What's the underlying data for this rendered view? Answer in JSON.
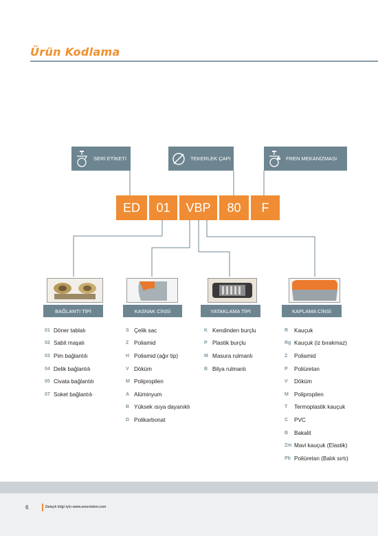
{
  "title": "Ürün Kodlama",
  "headers": [
    {
      "label": "SERİ ETİKETİ",
      "icon": "caster-wheel-icon"
    },
    {
      "label": "TEKERLEK ÇAPI",
      "icon": "diameter-icon"
    },
    {
      "label": "FREN MEKANİZMASI",
      "icon": "brake-caster-icon"
    }
  ],
  "codes": [
    "ED",
    "01",
    "VBP",
    "80",
    "F"
  ],
  "categories": [
    {
      "title": "BAĞLANTI TİPİ",
      "items": [
        {
          "code": "01",
          "label": "Döner tablalı"
        },
        {
          "code": "02",
          "label": "Sabit maşalı"
        },
        {
          "code": "03",
          "label": "Pim bağlantılı"
        },
        {
          "code": "04",
          "label": "Delik bağlantılı"
        },
        {
          "code": "05",
          "label": "Civata bağlantılı"
        },
        {
          "code": "07",
          "label": "Soket bağlantılı"
        }
      ]
    },
    {
      "title": "KASNAK CİNSİ",
      "items": [
        {
          "code": "S",
          "label": "Çelik sac"
        },
        {
          "code": "Z",
          "label": "Poliamid"
        },
        {
          "code": "H",
          "label": "Poliamid (ağır tip)"
        },
        {
          "code": "V",
          "label": "Döküm"
        },
        {
          "code": "M",
          "label": "Polipropilen"
        },
        {
          "code": "A",
          "label": "Alüminyum"
        },
        {
          "code": "B",
          "label": "Yüksek ısıya dayanıklı"
        },
        {
          "code": "D",
          "label": "Polikarbonat"
        }
      ]
    },
    {
      "title": "YATAKLAMA TİPİ",
      "items": [
        {
          "code": "K",
          "label": "Kendinden burçlu"
        },
        {
          "code": "P",
          "label": "Plastik burçlu"
        },
        {
          "code": "M",
          "label": "Masura rulmanlı"
        },
        {
          "code": "B",
          "label": "Bilya rulmanlı"
        }
      ]
    },
    {
      "title": "KAPLAMA CİNSİ",
      "items": [
        {
          "code": "R",
          "label": "Kauçuk"
        },
        {
          "code": "Rg",
          "label": "Kauçuk (iz bırakmaz)"
        },
        {
          "code": "Z",
          "label": "Poliamid"
        },
        {
          "code": "P",
          "label": "Poliüretan"
        },
        {
          "code": "V",
          "label": "Döküm"
        },
        {
          "code": "M",
          "label": "Polipropilen"
        },
        {
          "code": "T",
          "label": "Termoplastik kauçuk"
        },
        {
          "code": "C",
          "label": "PVC"
        },
        {
          "code": "B",
          "label": "Bakalit"
        },
        {
          "code": "Zm",
          "label": "Mavi kauçuk (Elastik)"
        },
        {
          "code": "Pb",
          "label": "Poliüretan (Balık sırtı)"
        }
      ]
    }
  ],
  "footer": {
    "page": "6",
    "text": "Detaylı bilgi için www.emesteker.com"
  },
  "colors": {
    "accent": "#f08c33",
    "slate": "#6d8591",
    "code_text": "#7d96a4"
  }
}
